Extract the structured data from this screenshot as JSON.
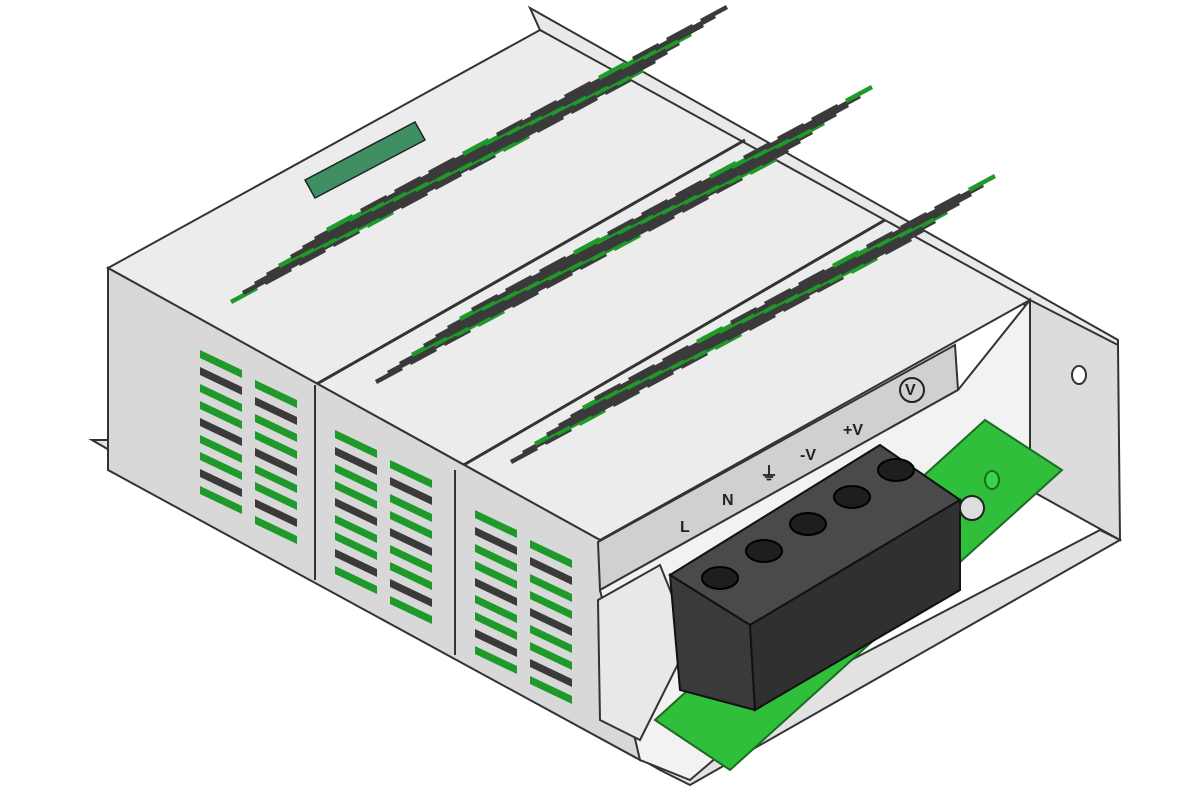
{
  "image": {
    "subject": "power-supply-unit",
    "colors": {
      "sheet_metal": "#e6e6e6",
      "sheet_metal_shade": "#c9c9c9",
      "panel": "#d4d4d4",
      "outline": "#333333",
      "pcb": "#2fbf3a",
      "vent_slot": "#3a3a3a",
      "vent_green": "#1f9a2a",
      "terminal_block": "#3a3a3a",
      "label_plate": "#3f8f62"
    }
  },
  "terminal_labels": [
    {
      "text": "L"
    },
    {
      "text": "N"
    },
    {
      "text": "⏚"
    },
    {
      "text": "-V"
    },
    {
      "text": "+V"
    },
    {
      "text": "V"
    }
  ]
}
